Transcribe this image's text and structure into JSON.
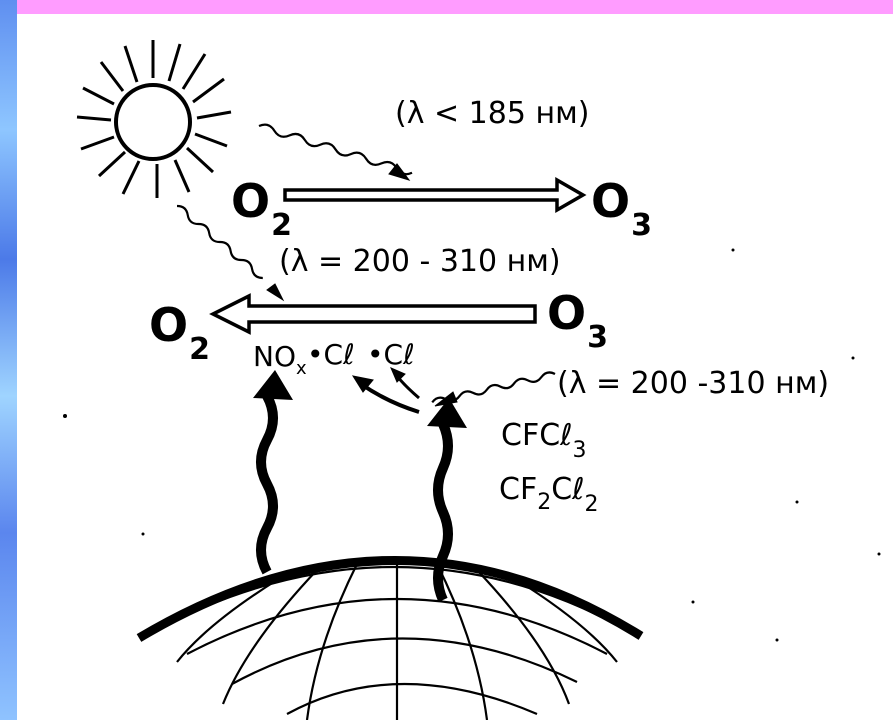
{
  "labels": {
    "sun_wavelength": "(λ < 185 нм)",
    "o2_top": "O",
    "o2_top_sub": "2",
    "o3_top": "O",
    "o3_top_sub": "3",
    "wavelength_mid": "(λ = 200 - 310 нм)",
    "o2_left": "O",
    "o2_left_sub": "2",
    "o3_mid": "O",
    "o3_mid_sub": "3",
    "nox": "NO",
    "nox_sub": "x",
    "cl1": "•Cℓ",
    "cl2": "•Cℓ",
    "wavelength_right": "(λ = 200 -310 нм)",
    "cfcl3": "CFCℓ",
    "cfcl3_sub": "3",
    "cf2cl2_a": "CF",
    "cf2cl2_sub1": "2",
    "cf2cl2_b": "Cℓ",
    "cf2cl2_sub2": "2"
  },
  "colors": {
    "border_pink": "#ff9cff",
    "stripe_blue": "#5f8ff0",
    "ink": "#000000",
    "paper": "#ffffff"
  }
}
